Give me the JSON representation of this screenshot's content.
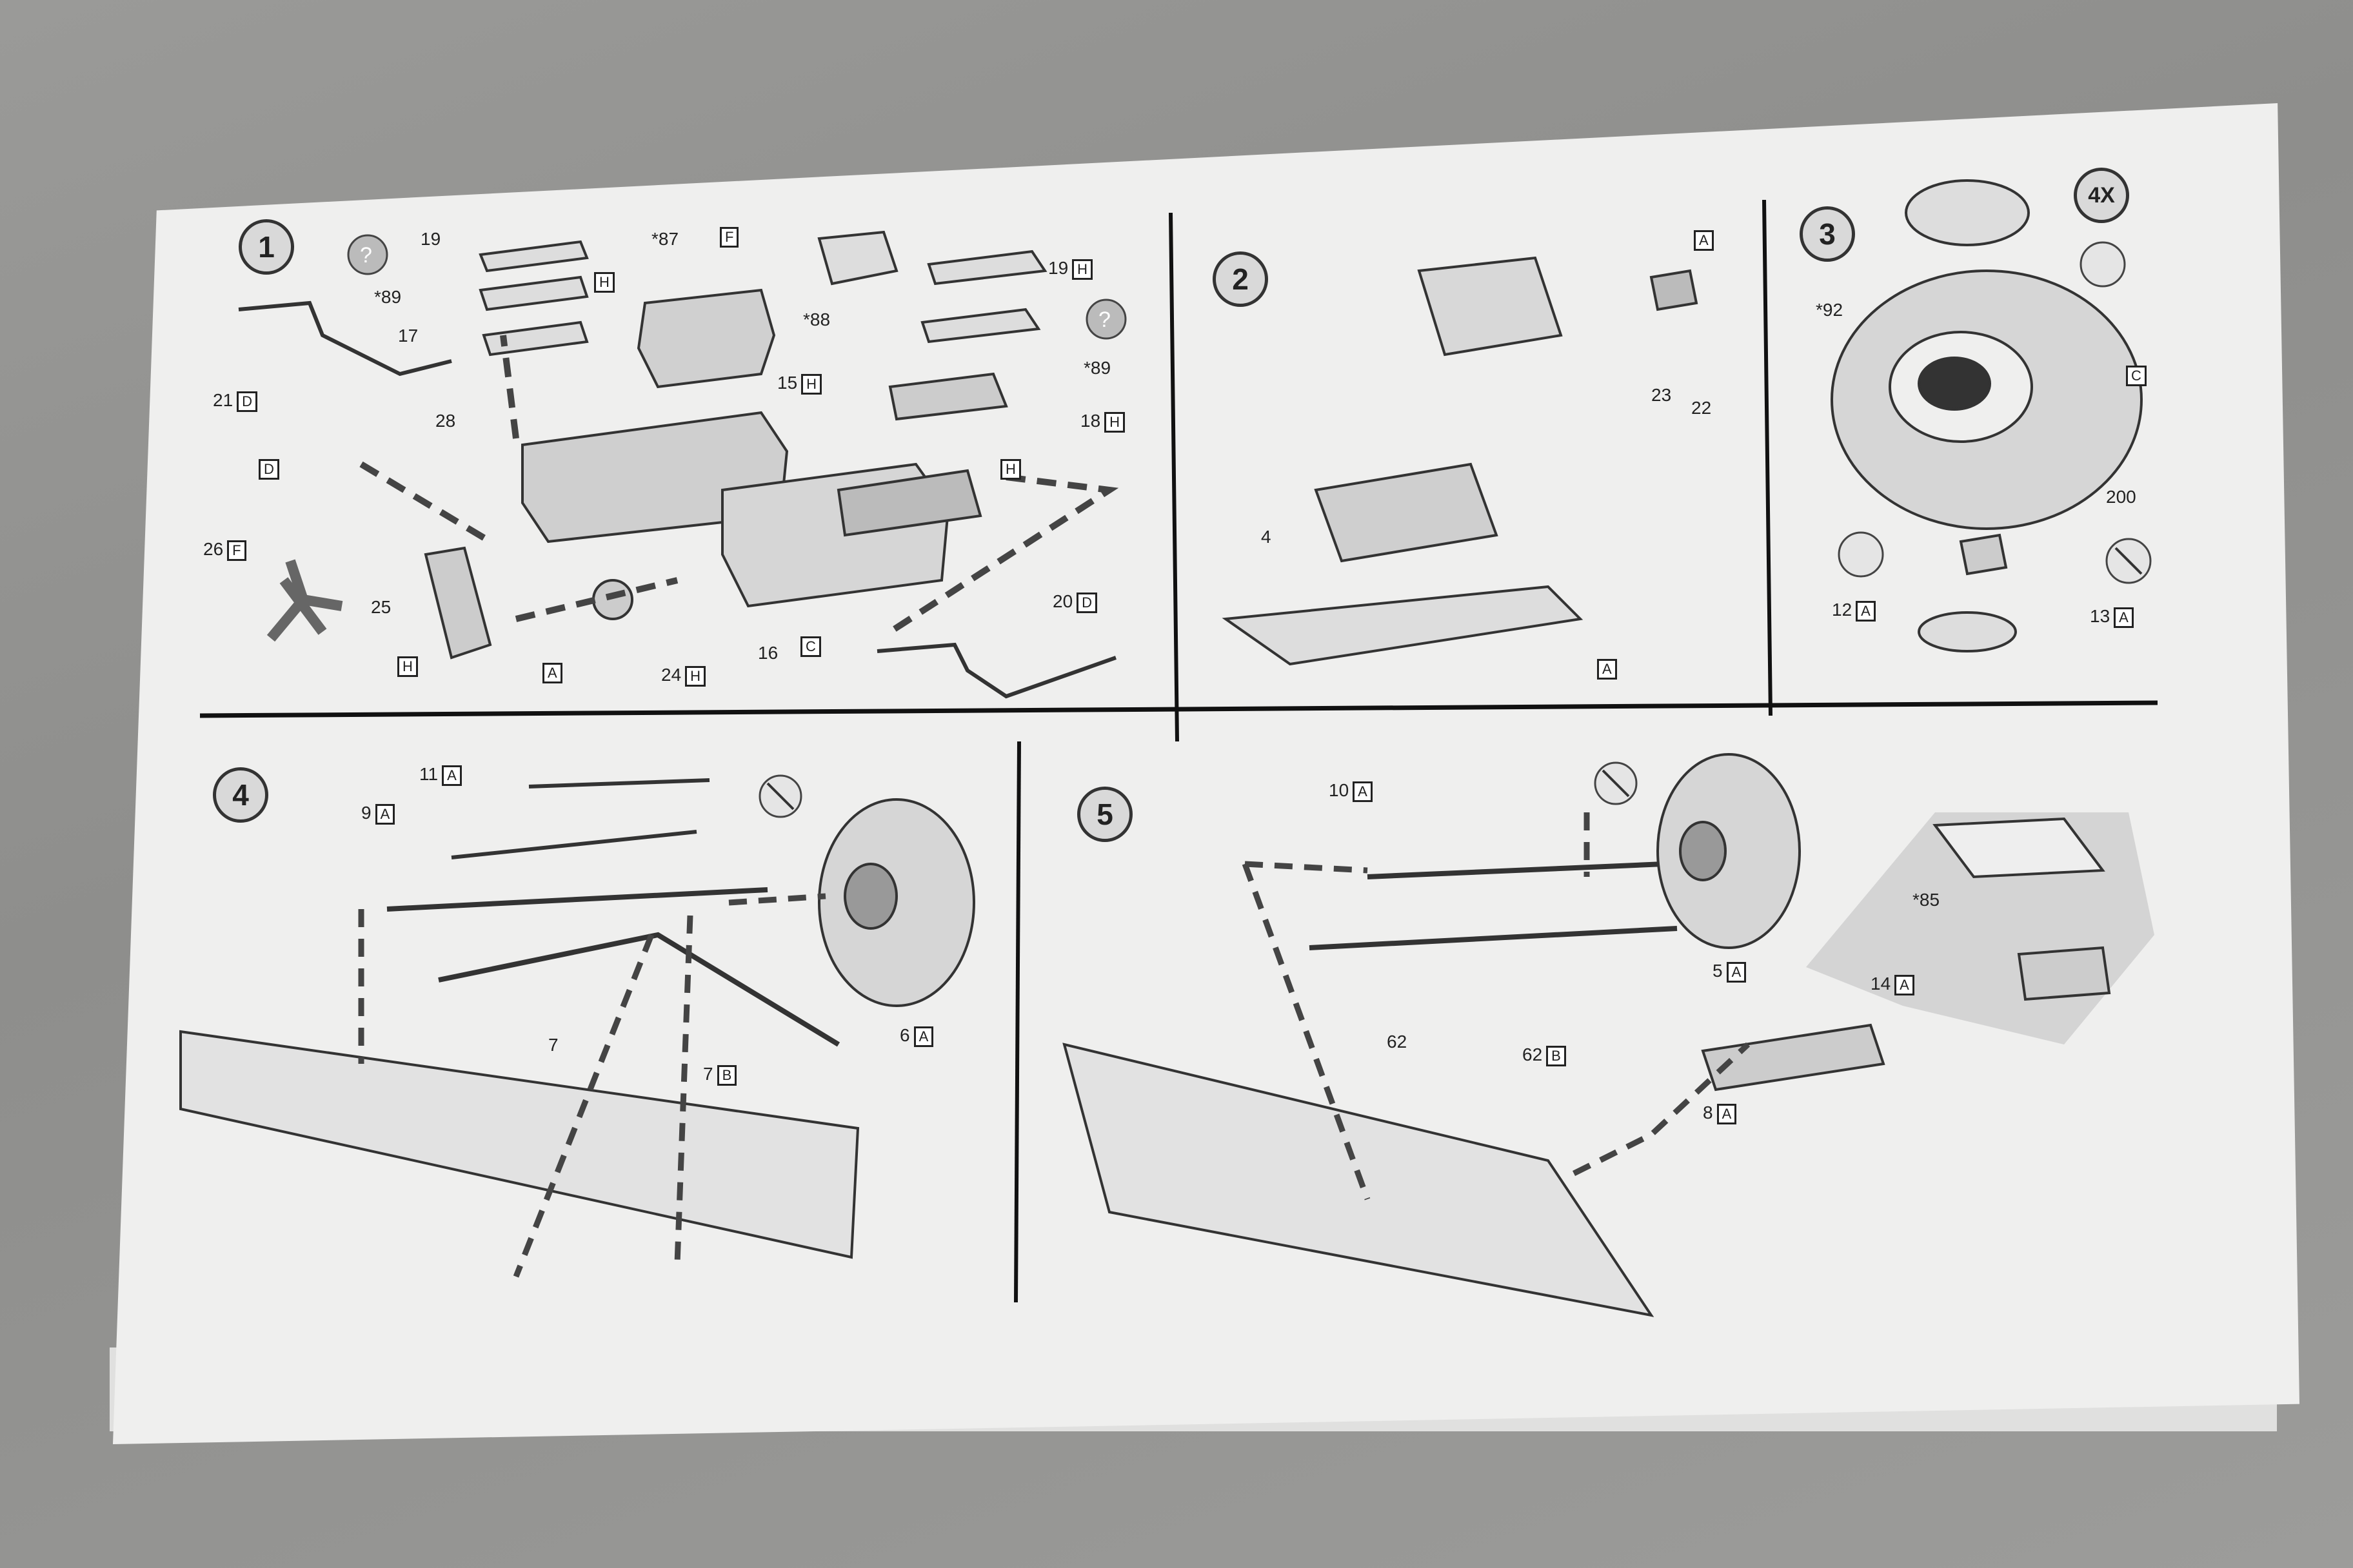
{
  "steps": [
    "1",
    "2",
    "3",
    "4",
    "5"
  ],
  "multiplier": "4X",
  "labels": {
    "p19a": "19",
    "p89a": "*89",
    "p17": "17",
    "p21": "21",
    "p87": "*87",
    "p88": "*88",
    "p19b": "19",
    "p89b": "*89",
    "p18": "18",
    "p15": "15",
    "p28": "28",
    "p26": "26",
    "p25": "25",
    "p24": "24",
    "p16": "16",
    "p20": "20",
    "p23": "23",
    "p22": "22",
    "p4": "4",
    "p92": "*92",
    "p200": "200",
    "p12": "12",
    "p13": "13",
    "p11": "11",
    "p9": "9",
    "p7a": "7",
    "p7b": "7",
    "p6": "6",
    "p10": "10",
    "p5": "5",
    "p62a": "62",
    "p62b": "62",
    "p8": "8",
    "p14": "14",
    "p85": "*85"
  },
  "codes": {
    "H": "H",
    "D": "D",
    "F": "F",
    "A": "A",
    "C": "C",
    "B": "B"
  },
  "icons": [
    "question-icon",
    "glue-icon",
    "no-glue-icon"
  ]
}
